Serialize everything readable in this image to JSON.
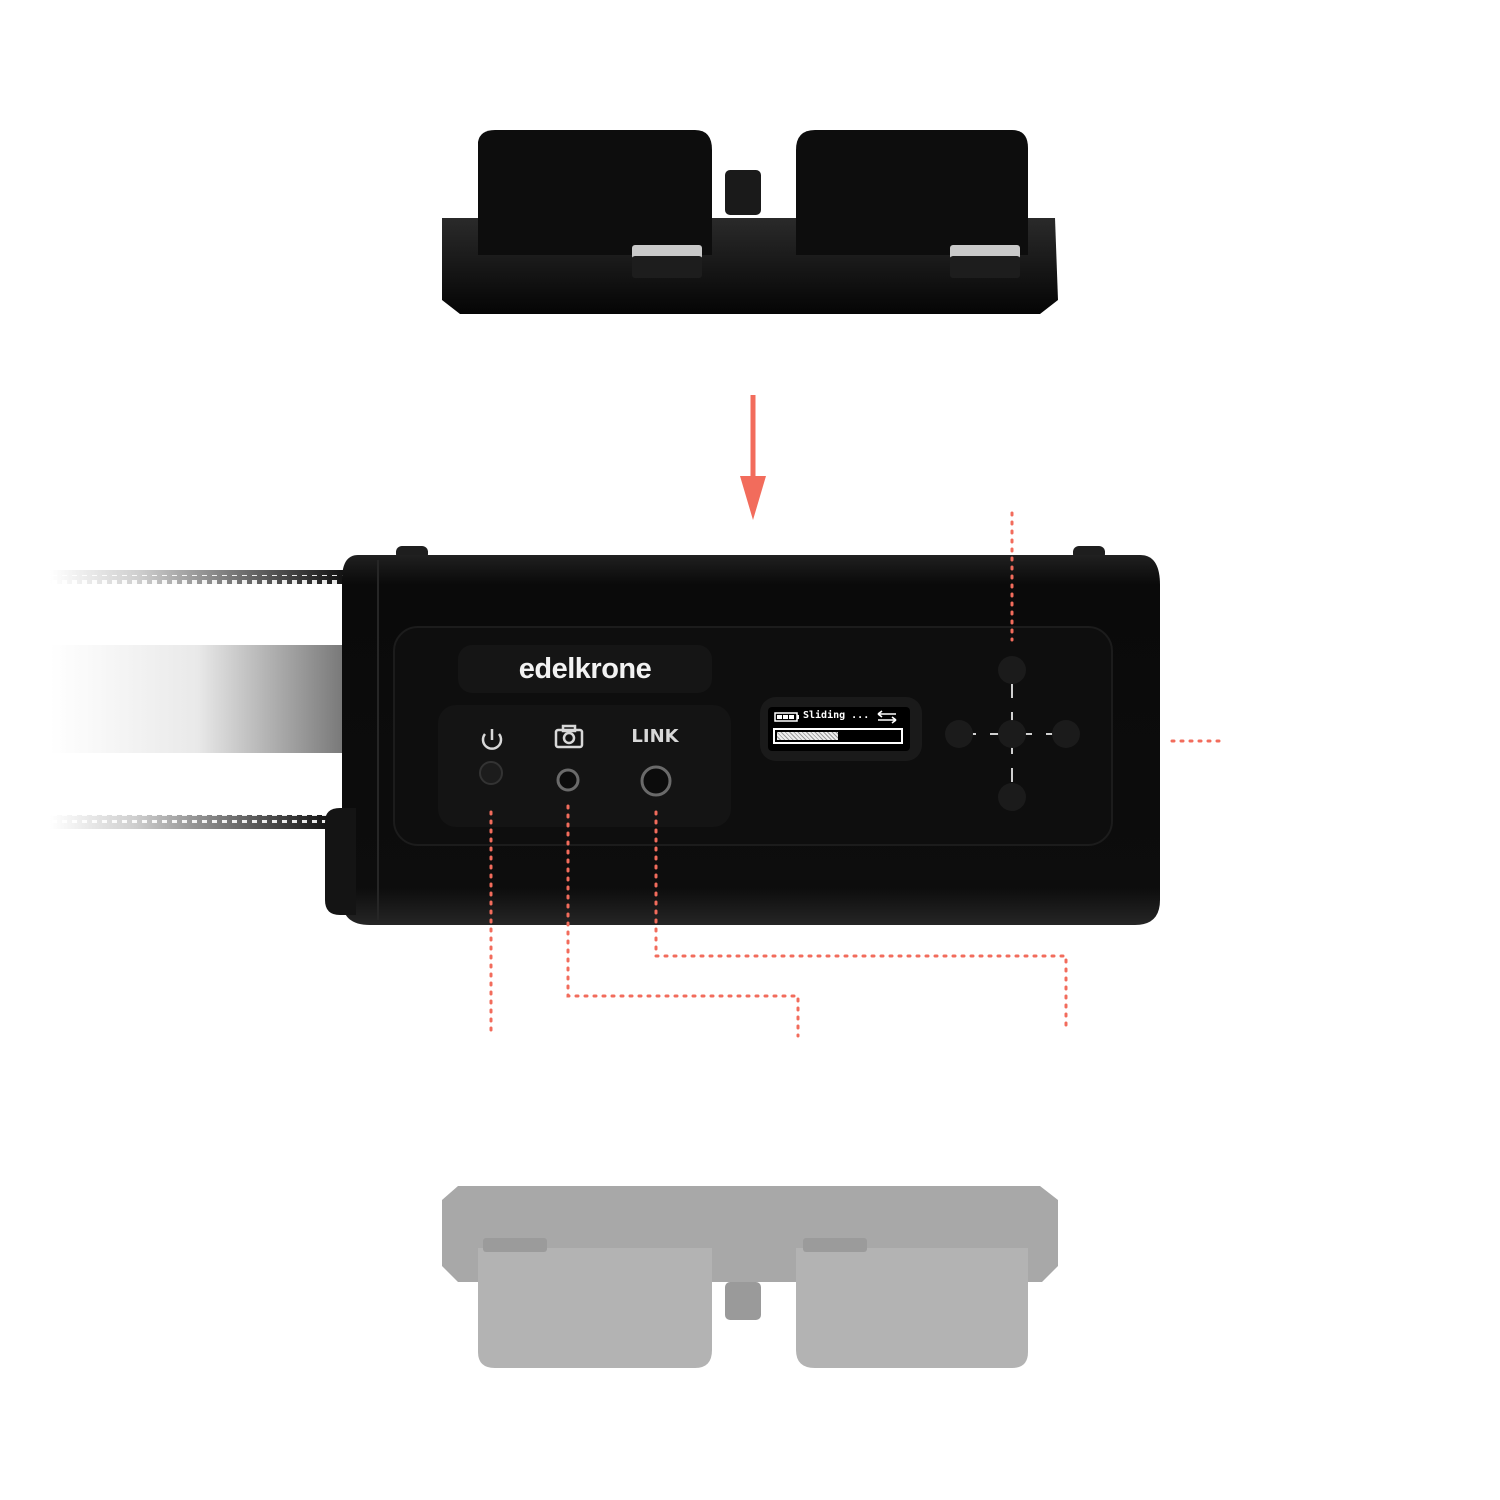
{
  "device": {
    "brand": "edelkrone",
    "port_labels": {
      "link": "LINK"
    },
    "display": {
      "status_text": "Sliding ...",
      "progress": 0.5
    }
  },
  "icons": [
    "power-icon",
    "camera-icon",
    "battery-icon",
    "direction-arrows-icon",
    "down-arrow-icon"
  ],
  "colors": {
    "annotation": "#f26c5c",
    "device_body": "#0c0c0c",
    "plate_top": "#111111",
    "plate_bottom": "#a8a8a8",
    "background": "#ffffff"
  }
}
